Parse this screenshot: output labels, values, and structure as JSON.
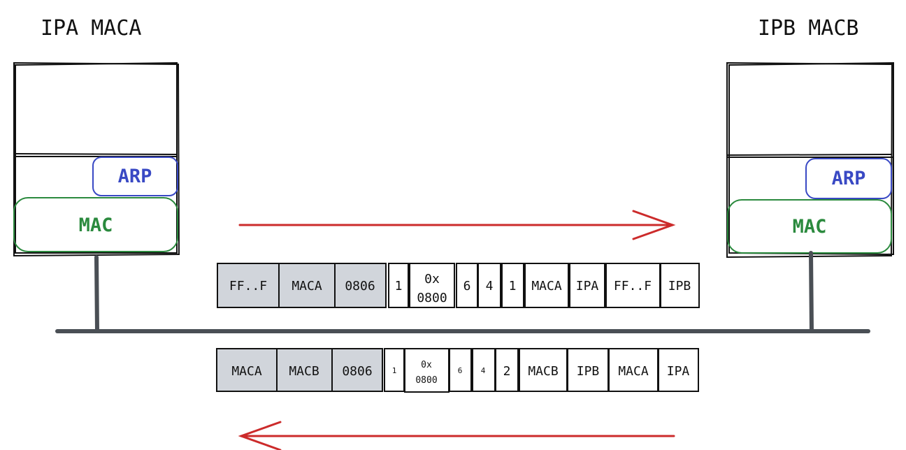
{
  "hosts": {
    "a": {
      "label": "IPA MACA",
      "arp": "ARP",
      "mac": "MAC"
    },
    "b": {
      "label": "IPB MACB",
      "arp": "ARP",
      "mac": "MAC"
    }
  },
  "packets": {
    "request": {
      "cells": [
        "FF..F",
        "MACA",
        "0806",
        "1",
        "0x",
        "0800",
        "6",
        "4",
        "1",
        "MACA",
        "IPA",
        "FF..F",
        "IPB"
      ]
    },
    "reply": {
      "cells": [
        "MACA",
        "MACB",
        "0806",
        "1",
        "0x",
        "0800",
        "6",
        "4",
        "2",
        "MACB",
        "IPB",
        "MACA",
        "IPA"
      ]
    }
  },
  "colors": {
    "arp": "#3949c4",
    "mac": "#2b8a3e",
    "arrow": "#cc2b2b",
    "bus": "#4a4f55",
    "header_fill": "#d1d5db"
  }
}
